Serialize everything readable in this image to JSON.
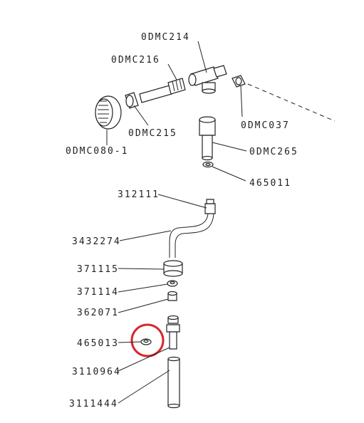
{
  "labels": {
    "odmc214": "0DMC214",
    "odmc216": "0DMC216",
    "odmc215": "0DMC215",
    "odmc080_1": "0DMC080-1",
    "odmc037": "0DMC037",
    "odmc265": "0DMC265",
    "p465011": "465011",
    "p312111": "312111",
    "p3432274": "3432274",
    "p371115": "371115",
    "p371114": "371114",
    "p362071": "362071",
    "p465013": "465013",
    "p3110964": "3110964",
    "p3111444": "3111444"
  },
  "colors": {
    "line": "#222222",
    "highlight": "#d9262e",
    "background": "#ffffff"
  }
}
